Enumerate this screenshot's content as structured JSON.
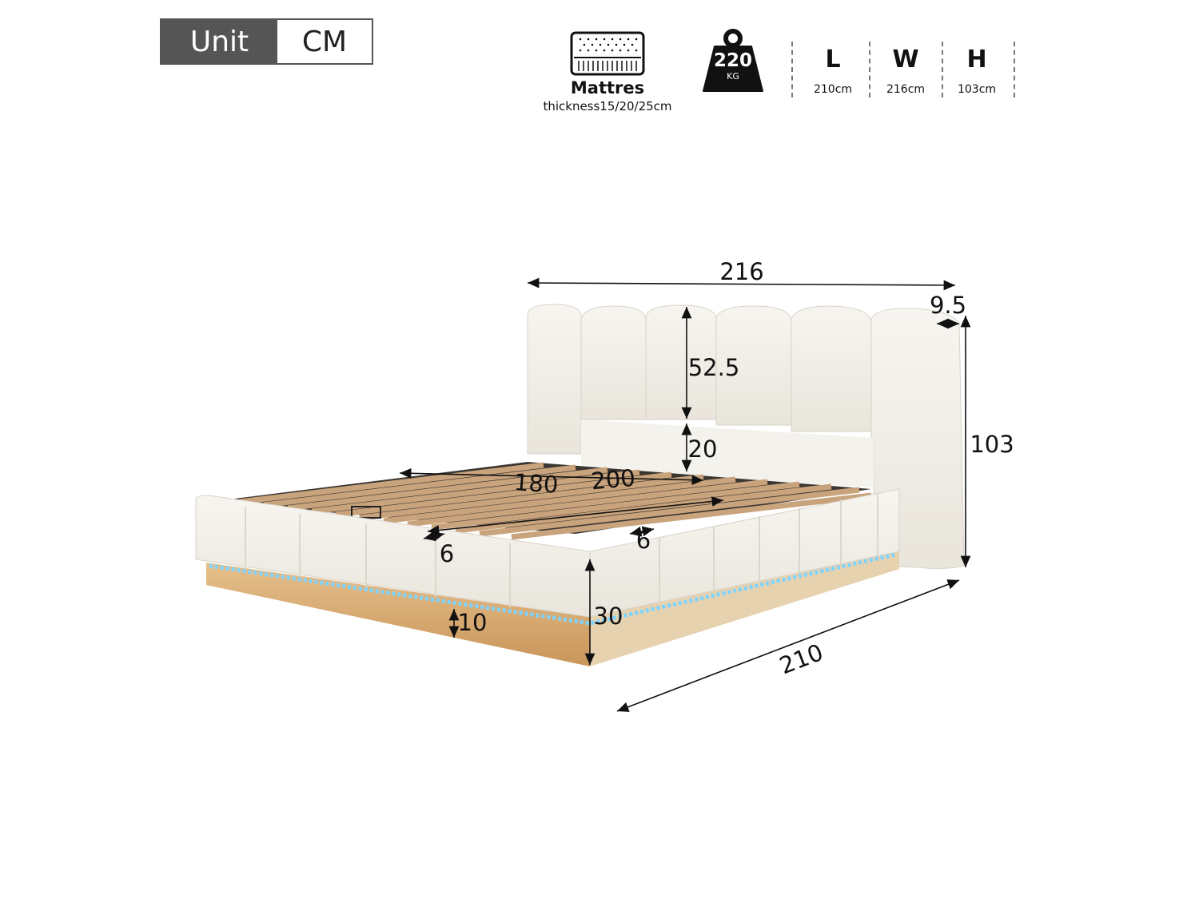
{
  "unit": {
    "label": "Unit",
    "value": "CM"
  },
  "mattress": {
    "title": "Mattres",
    "subtitle": "thickness15/20/25cm"
  },
  "weight": {
    "value": "220",
    "unit": "KG"
  },
  "dimensions": [
    {
      "letter": "L",
      "value": "210cm"
    },
    {
      "letter": "W",
      "value": "216cm"
    },
    {
      "letter": "H",
      "value": "103cm"
    }
  ],
  "diagram": {
    "width_total": "216",
    "headboard_depth": "9.5",
    "headboard_panel_height": "52.5",
    "headboard_gap": "20",
    "total_height": "103",
    "slat_width": "180",
    "slat_length": "200",
    "side_rail_left": "6",
    "side_rail_right": "6",
    "frame_height": "30",
    "base_height": "10",
    "length_total": "210"
  },
  "colors": {
    "upholstery": "#f3f0e9",
    "wood": "#d9b07a",
    "led": "#7fd4ff",
    "slat": "#c9a37c",
    "accent": "#555555"
  }
}
